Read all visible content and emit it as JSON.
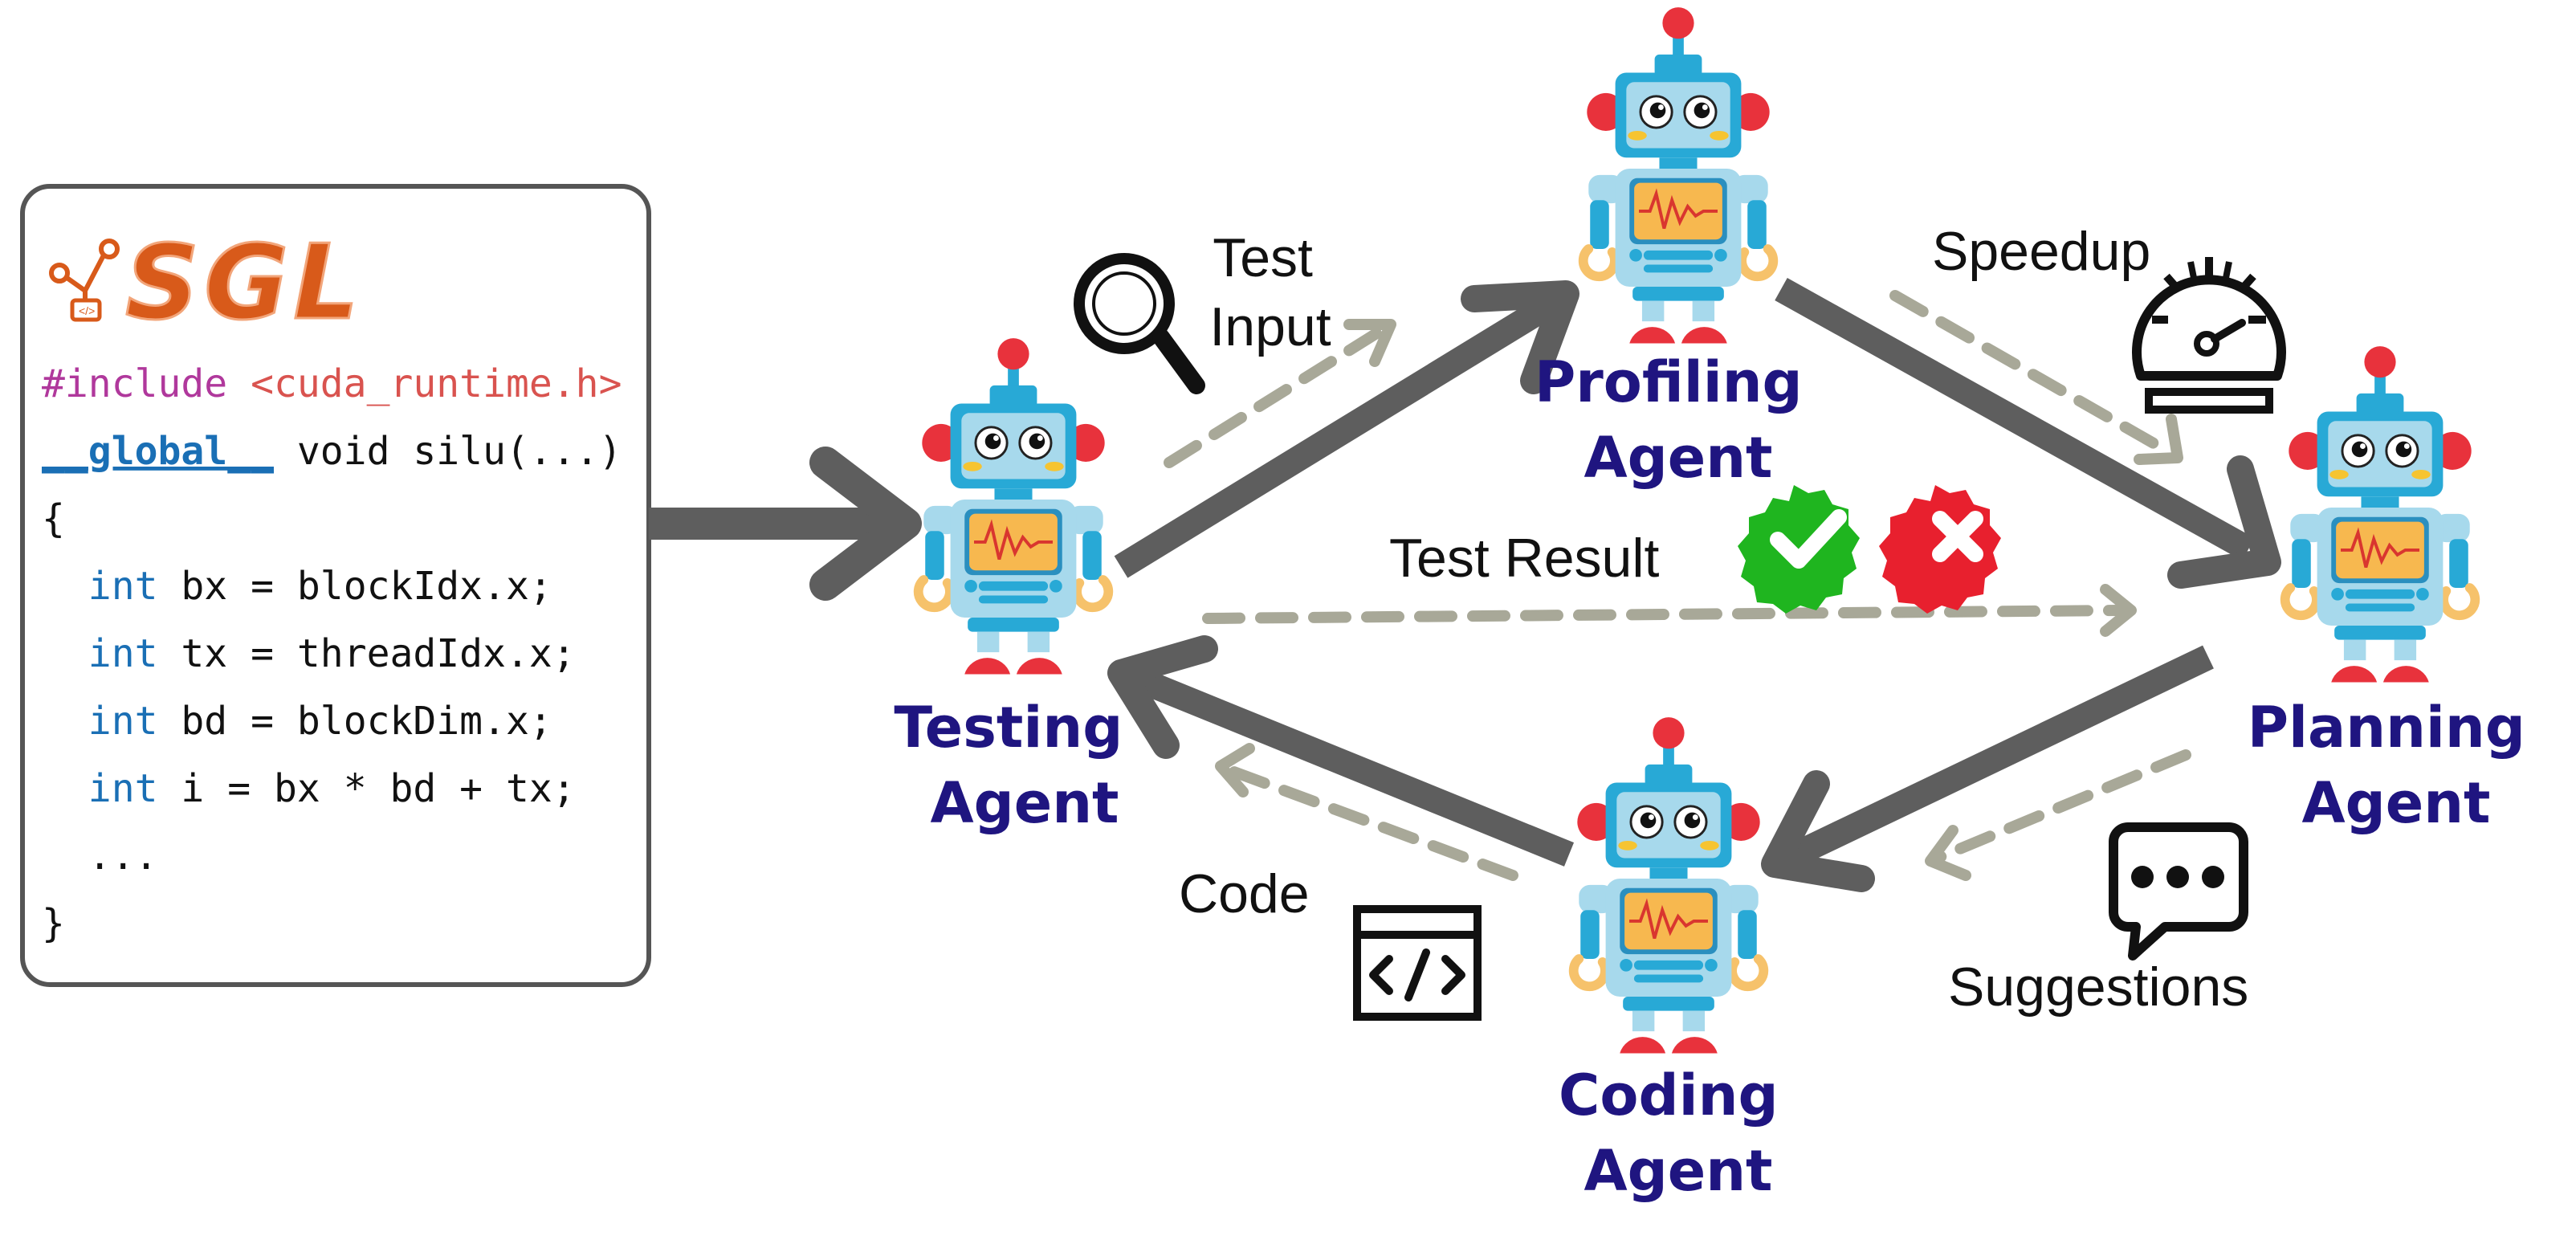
{
  "code_panel": {
    "logo_text": "SGL",
    "lines": [
      {
        "parts": [
          {
            "text": "#include",
            "color": "#b0389c"
          },
          {
            "text": " <cuda_runtime.h>",
            "color": "#d9534f"
          }
        ]
      },
      {
        "parts": [
          {
            "text": "__global__",
            "color": "#1a6fb5",
            "bold": true,
            "underline": true
          },
          {
            "text": " void silu(...)",
            "color": "#111111"
          }
        ]
      },
      {
        "parts": [
          {
            "text": "{",
            "color": "#111111"
          }
        ]
      },
      {
        "parts": [
          {
            "text": "  int",
            "color": "#1a6fb5"
          },
          {
            "text": " bx = blockIdx.x;",
            "color": "#111111"
          }
        ]
      },
      {
        "parts": [
          {
            "text": "  int",
            "color": "#1a6fb5"
          },
          {
            "text": " tx = threadIdx.x;",
            "color": "#111111"
          }
        ]
      },
      {
        "parts": [
          {
            "text": "  int",
            "color": "#1a6fb5"
          },
          {
            "text": " bd = blockDim.x;",
            "color": "#111111"
          }
        ]
      },
      {
        "parts": [
          {
            "text": "  int",
            "color": "#1a6fb5"
          },
          {
            "text": " i = bx * bd + tx;",
            "color": "#111111"
          }
        ]
      },
      {
        "parts": [
          {
            "text": "  ...",
            "color": "#111111"
          }
        ]
      },
      {
        "parts": [
          {
            "text": "}",
            "color": "#111111"
          }
        ]
      }
    ]
  },
  "agents": {
    "testing": {
      "line1": "Testing",
      "line2": "Agent"
    },
    "profiling": {
      "line1": "Profiling",
      "line2": "Agent"
    },
    "planning": {
      "line1": "Planning",
      "line2": "Agent"
    },
    "coding": {
      "line1": "Coding",
      "line2": "Agent"
    }
  },
  "edge_labels": {
    "test_input_1": "Test",
    "test_input_2": "Input",
    "speedup": "Speedup",
    "test_result": "Test Result",
    "code": "Code",
    "suggestions": "Suggestions"
  },
  "icons": [
    "magnifier-icon",
    "speedometer-icon",
    "check-icon",
    "cross-icon",
    "code-window-icon",
    "chat-bubble-icon",
    "robot-icon",
    "sgl-logo-icon"
  ],
  "colors": {
    "agent_label": "#1f1580",
    "solid_arrow": "#5e5e5e",
    "dashed_arrow": "#a8a898",
    "check": "#1fb51f",
    "cross": "#e8202e",
    "logo": "#d85a1a"
  }
}
